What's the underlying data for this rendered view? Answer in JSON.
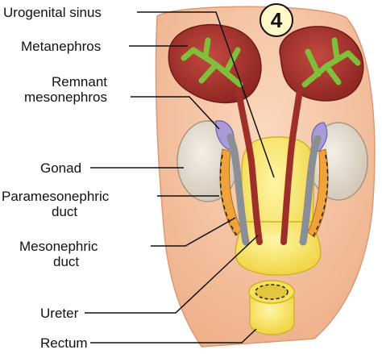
{
  "figure": {
    "panel_number": "4",
    "labels": {
      "urogenital_sinus": "Urogenital sinus",
      "metanephros": "Metanephros",
      "remnant_mesonephros": [
        "Remnant",
        "mesonephros"
      ],
      "gonad": "Gonad",
      "paramesonephric_duct": [
        "Paramesonephric",
        "duct"
      ],
      "mesonephric_duct": [
        "Mesonephric",
        "duct"
      ],
      "ureter": "Ureter",
      "rectum": "Rectum"
    }
  },
  "colors": {
    "body_tissue": "#f6c7a3",
    "kidney": "#a8322e",
    "collecting_system": "#7fbf3a",
    "gonad": "#e5ddd2",
    "mesonephros": "#a99ad8",
    "mesonephric_duct": "#8a8f96",
    "paramesonephric_duct": "#f0a33a",
    "urogenital_sinus": "#f7e35a",
    "rectum": "#f7e35a"
  }
}
